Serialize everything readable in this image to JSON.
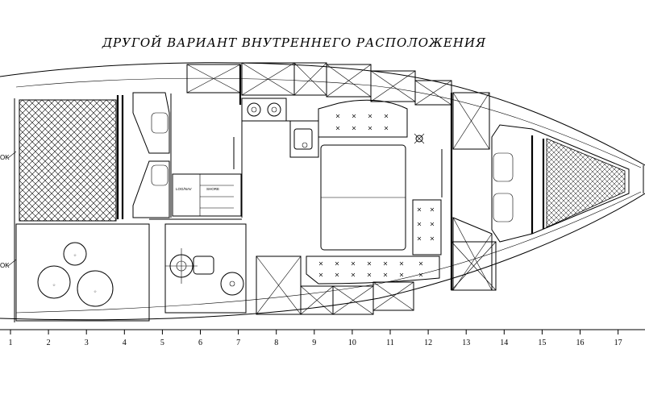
{
  "title": "ДРУГОЙ ВАРИАНТ ВНУТРЕННЕГО РАСПОЛОЖЕНИЯ",
  "station_labels": [
    "1",
    "2",
    "3",
    "4",
    "5",
    "6",
    "7",
    "8",
    "9",
    "10",
    "11",
    "12",
    "13",
    "14",
    "15",
    "16",
    "17"
  ],
  "side_labels": {
    "upper": "OK",
    "lower": "OK"
  },
  "nav_text": {
    "left": "LOG/NAV",
    "right": "SHORE"
  },
  "colors": {
    "line": "#000000",
    "background": "#ffffff",
    "accent": "#2a9ad8"
  }
}
